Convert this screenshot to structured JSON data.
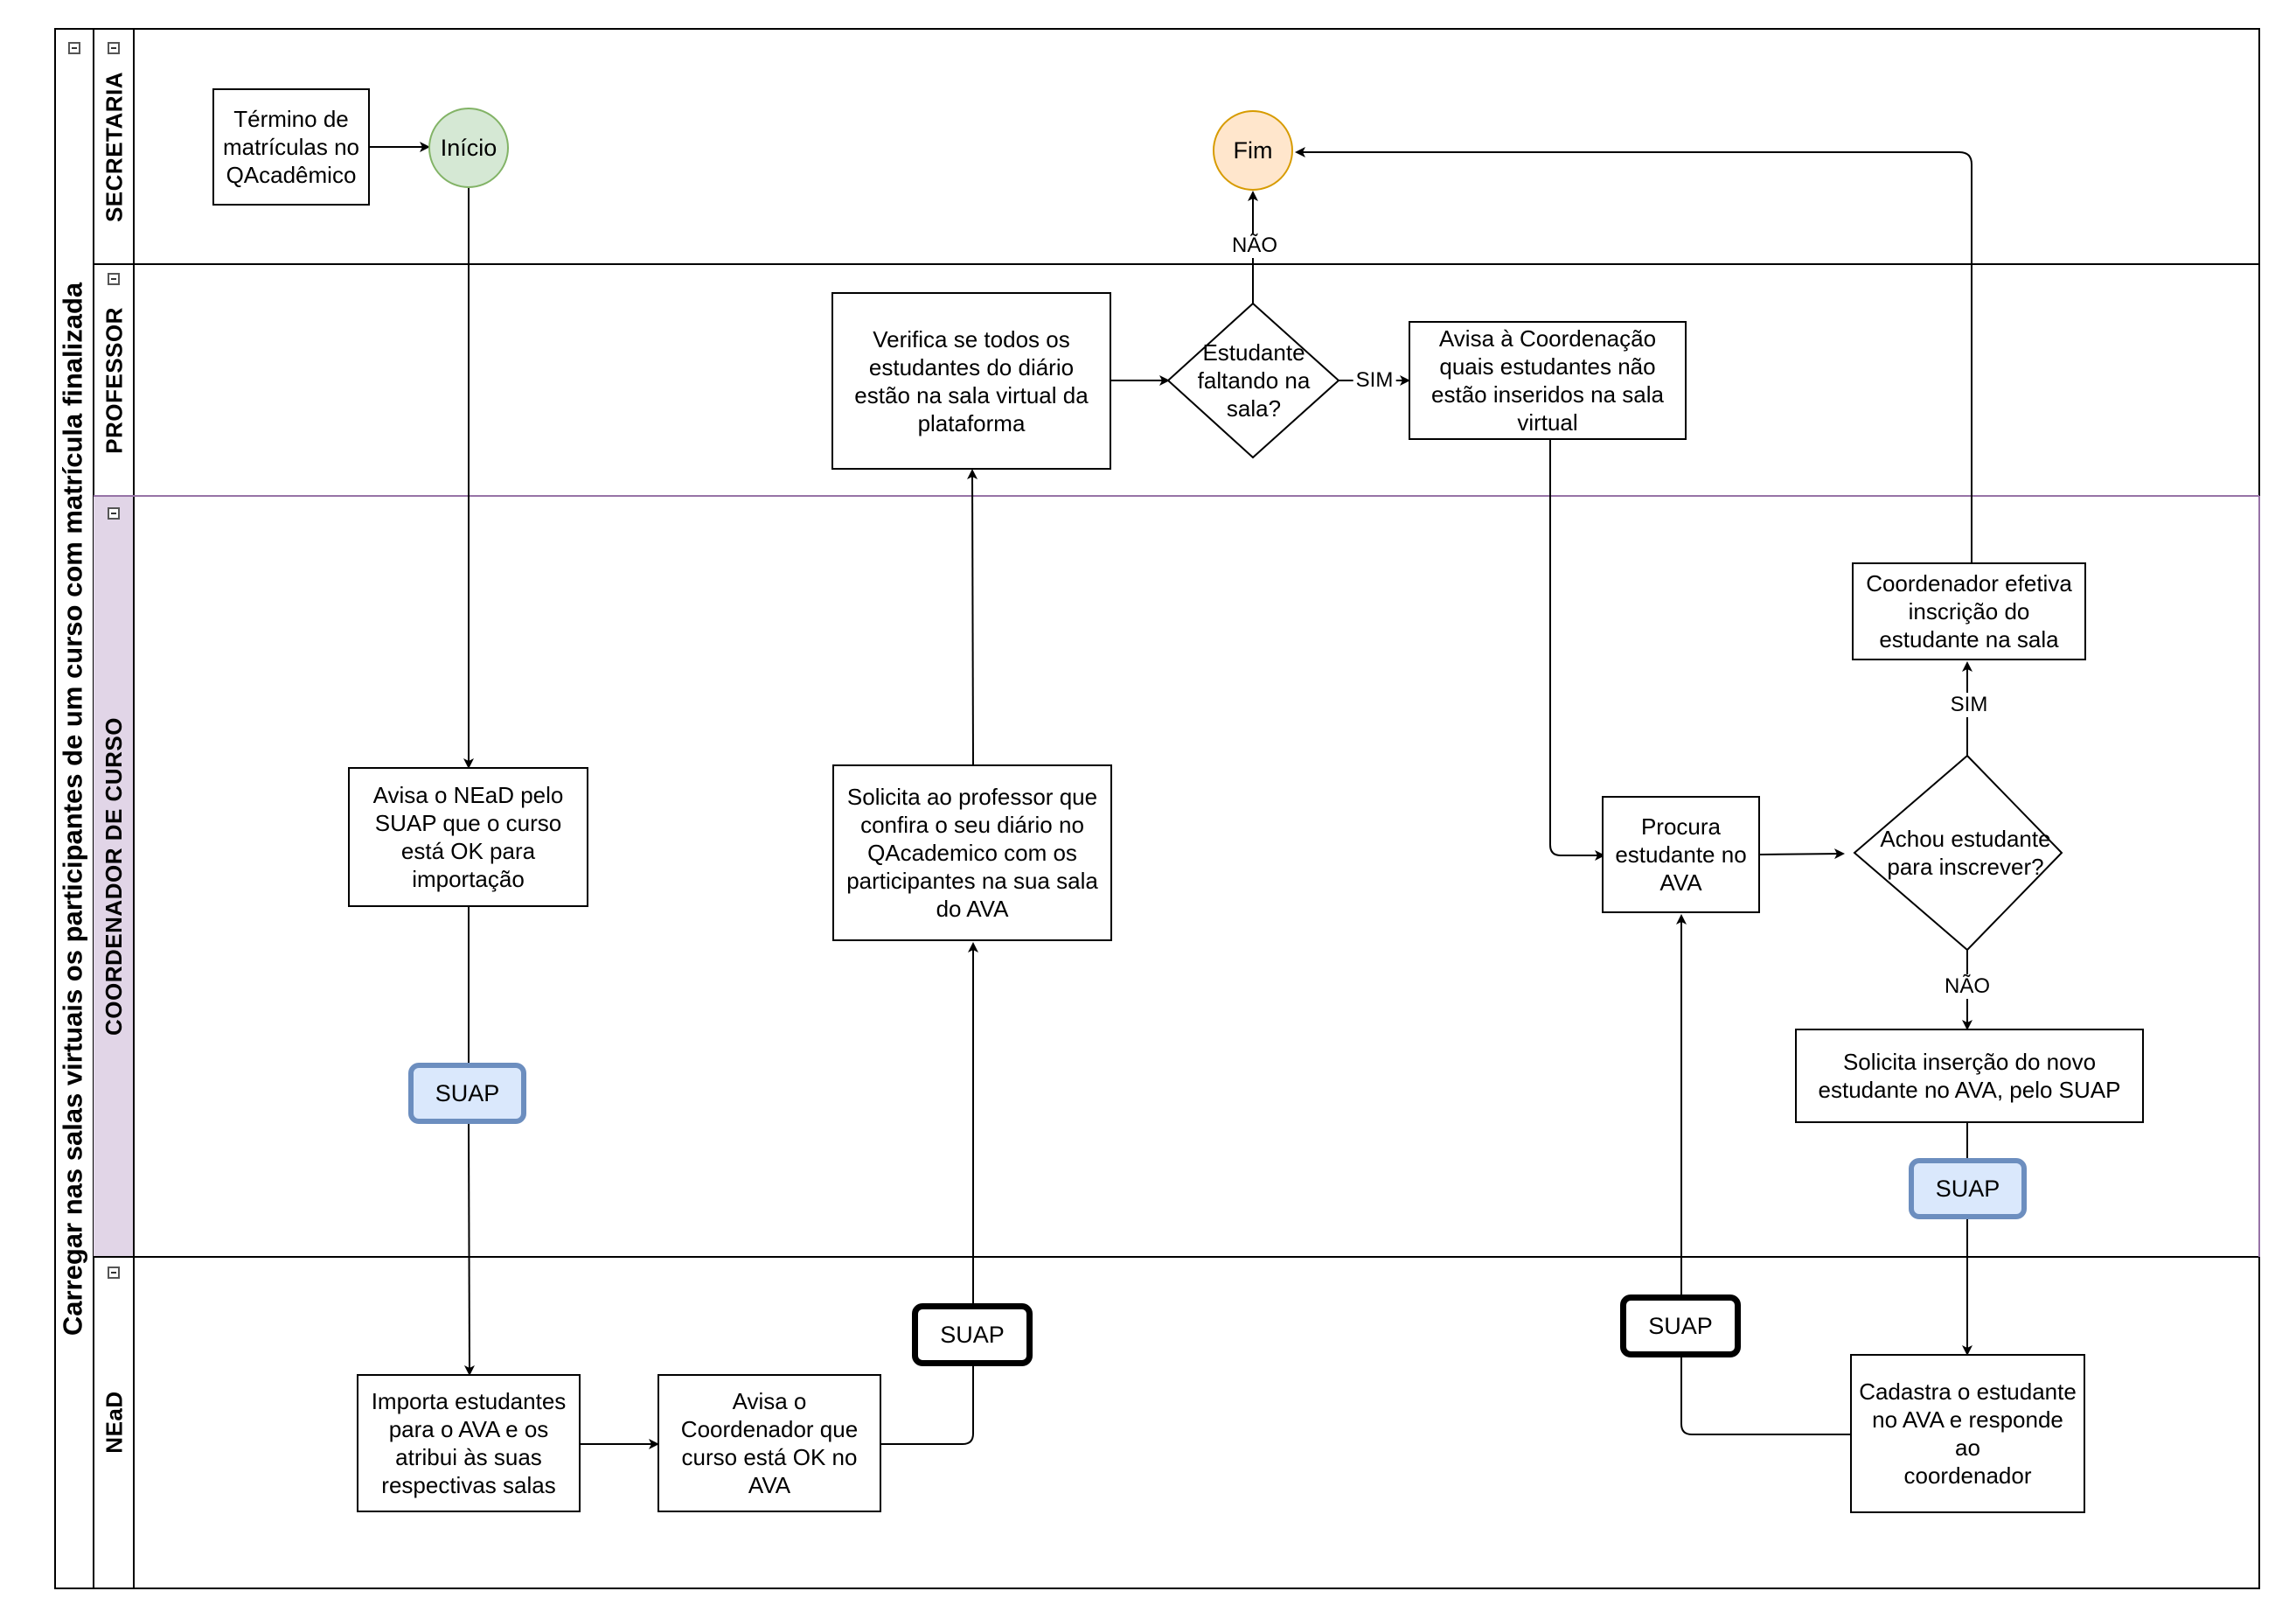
{
  "pool": {
    "title": "Carregar nas salas virtuais os participantes de um curso com matrícula finalizada"
  },
  "lanes": [
    {
      "id": "secretaria",
      "label": "SECRETARIA"
    },
    {
      "id": "professor",
      "label": "PROFESSOR"
    },
    {
      "id": "coordenador",
      "label": "COORDENADOR DE CURSO"
    },
    {
      "id": "nead",
      "label": "NEaD"
    }
  ],
  "colors": {
    "start_fill": "#d5e8d4",
    "start_stroke": "#82b366",
    "end_fill": "#ffe6cc",
    "end_stroke": "#d79b00",
    "coord_lane_fill": "#e1d5e7",
    "coord_lane_stroke": "#9673a6",
    "suap_fill": "#dae8fc",
    "suap_stroke": "#6c8ebf"
  },
  "nodes": {
    "termino": {
      "lines": [
        "Término de",
        "matrículas no",
        "QAcadêmico"
      ]
    },
    "inicio": {
      "lines": [
        "Início"
      ]
    },
    "fim": {
      "lines": [
        "Fim"
      ]
    },
    "verifica": {
      "lines": [
        "Verifica se todos os",
        "estudantes do diário",
        "estão na sala virtual da",
        "plataforma"
      ]
    },
    "faltando": {
      "lines": [
        "Estudante",
        "faltando na",
        "sala?"
      ]
    },
    "avisa_coord": {
      "lines": [
        "Avisa à Coordenação",
        "quais estudantes não",
        "estão inseridos na sala",
        "virtual"
      ]
    },
    "coord_efetiva": {
      "lines": [
        "Coordenador efetiva",
        "inscrição do",
        "estudante na sala"
      ]
    },
    "avisa_nead": {
      "lines": [
        "Avisa o NEaD pelo",
        "SUAP que o curso",
        "está OK para",
        "importação"
      ]
    },
    "solicita_prof": {
      "lines": [
        "Solicita ao professor que",
        "confira o seu diário no",
        "QAcademico com os",
        "participantes na sua sala",
        "do AVA"
      ]
    },
    "procura": {
      "lines": [
        "Procura",
        "estudante no",
        "AVA"
      ]
    },
    "achou": {
      "lines": [
        "Achou estudante",
        "para inscrever?"
      ]
    },
    "solicita_insercao": {
      "lines": [
        "Solicita inserção do novo",
        "estudante no AVA, pelo SUAP"
      ]
    },
    "suap_coord_1": {
      "lines": [
        "SUAP"
      ]
    },
    "suap_coord_2": {
      "lines": [
        "SUAP"
      ]
    },
    "importa": {
      "lines": [
        "Importa estudantes",
        "para o AVA e os",
        "atribui às suas",
        "respectivas salas"
      ]
    },
    "avisa_coordenador": {
      "lines": [
        "Avisa o",
        "Coordenador que",
        "curso está OK no",
        "AVA"
      ]
    },
    "suap_nead_1": {
      "lines": [
        "SUAP"
      ]
    },
    "suap_nead_2": {
      "lines": [
        "SUAP"
      ]
    },
    "cadastra": {
      "lines": [
        "Cadastra o estudante",
        "no AVA e responde ao",
        "coordenador"
      ]
    }
  },
  "edge_labels": {
    "nao_fim": "NÃO",
    "sim_avisa": "SIM",
    "sim_efetiva": "SIM",
    "nao_solicita": "NÃO"
  }
}
